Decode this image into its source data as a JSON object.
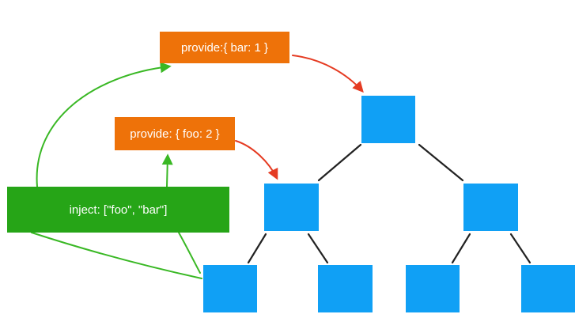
{
  "provide_outer": {
    "label": "provide:{ bar: 1 }"
  },
  "provide_inner": {
    "label": "provide: { foo: 2 }"
  },
  "inject": {
    "label": "inject: [\"foo\", \"bar\"]"
  },
  "colors": {
    "node": "#10a0f5",
    "provide": "#ee7209",
    "inject": "#26a517",
    "provide_arrow": "#e53b22",
    "inject_arrow": "#39b824",
    "edge": "#222222",
    "text": "#ffffff"
  },
  "icons": [
    "arrow-head-icon"
  ]
}
